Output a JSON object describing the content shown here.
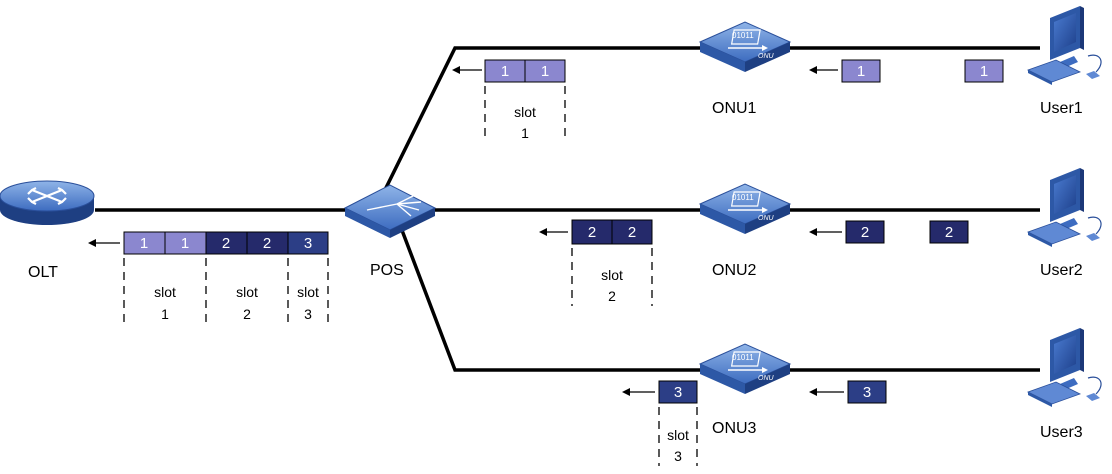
{
  "colors": {
    "slot1": "#8b87cf",
    "slot2": "#252a6b",
    "slot3": "#2c3e86",
    "line": "#000000",
    "device": "#3560b3"
  },
  "labels": {
    "olt": "OLT",
    "pos": "POS",
    "onu1": "ONU1",
    "onu2": "ONU2",
    "onu3": "ONU3",
    "user1": "User1",
    "user2": "User2",
    "user3": "User3",
    "onu_icon_text": "ONU",
    "onu_bits": "01011"
  },
  "frames": {
    "up1": [
      "1",
      "1"
    ],
    "up2": [
      "2",
      "2"
    ],
    "up3": [
      "3"
    ],
    "olt": [
      "1",
      "1",
      "2",
      "2",
      "3"
    ],
    "onu1_out": "1",
    "onu2_out": "2",
    "onu3_out": "3",
    "user1_out": "1",
    "user2_out": "2"
  },
  "slots": {
    "word": "slot",
    "n1": "1",
    "n2": "2",
    "n3": "3"
  }
}
